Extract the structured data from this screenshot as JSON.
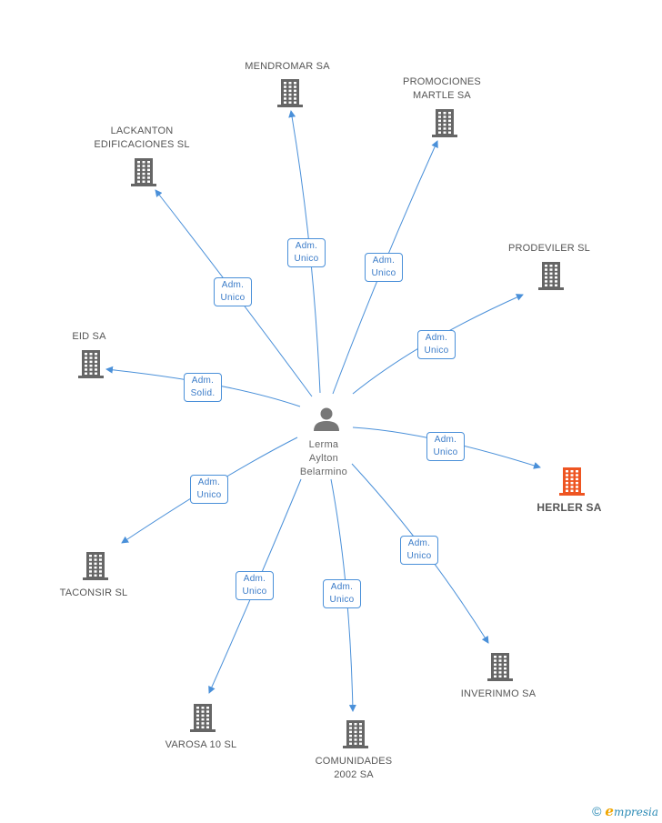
{
  "person": {
    "name_lines": [
      "Lerma",
      "Aylton",
      "Belarmino"
    ]
  },
  "colors": {
    "edge": "#4a90d9",
    "building": "#666666",
    "highlight": "#ee5522"
  },
  "companies": [
    {
      "id": "mendromar",
      "lines": [
        "MENDROMAR SA"
      ],
      "highlight": false
    },
    {
      "id": "promociones",
      "lines": [
        "PROMOCIONES",
        "MARTLE SA"
      ],
      "highlight": false
    },
    {
      "id": "lackanton",
      "lines": [
        "LACKANTON",
        "EDIFICACIONES SL"
      ],
      "highlight": false
    },
    {
      "id": "prodeviler",
      "lines": [
        "PRODEVILER SL"
      ],
      "highlight": false
    },
    {
      "id": "eid",
      "lines": [
        "EID SA"
      ],
      "highlight": false
    },
    {
      "id": "herler",
      "lines": [
        "HERLER SA"
      ],
      "highlight": true
    },
    {
      "id": "taconsir",
      "lines": [
        "TACONSIR SL"
      ],
      "highlight": false
    },
    {
      "id": "inverinmo",
      "lines": [
        "INVERINMO SA"
      ],
      "highlight": false
    },
    {
      "id": "varosa",
      "lines": [
        "VAROSA 10 SL"
      ],
      "highlight": false
    },
    {
      "id": "comunidades",
      "lines": [
        "COMUNIDADES",
        "2002 SA"
      ],
      "highlight": false
    }
  ],
  "relations": [
    {
      "to": "mendromar",
      "lines": [
        "Adm.",
        "Unico"
      ]
    },
    {
      "to": "promociones",
      "lines": [
        "Adm.",
        "Unico"
      ]
    },
    {
      "to": "lackanton",
      "lines": [
        "Adm.",
        "Unico"
      ]
    },
    {
      "to": "prodeviler",
      "lines": [
        "Adm.",
        "Unico"
      ]
    },
    {
      "to": "eid",
      "lines": [
        "Adm.",
        "Solid."
      ]
    },
    {
      "to": "herler",
      "lines": [
        "Adm.",
        "Unico"
      ]
    },
    {
      "to": "taconsir",
      "lines": [
        "Adm.",
        "Unico"
      ]
    },
    {
      "to": "inverinmo",
      "lines": [
        "Adm.",
        "Unico"
      ]
    },
    {
      "to": "varosa",
      "lines": [
        "Adm.",
        "Unico"
      ]
    },
    {
      "to": "comunidades",
      "lines": [
        "Adm.",
        "Unico"
      ]
    }
  ],
  "footer": {
    "copyright": "©",
    "brand_initial": "e",
    "brand_rest": "mpresia"
  }
}
